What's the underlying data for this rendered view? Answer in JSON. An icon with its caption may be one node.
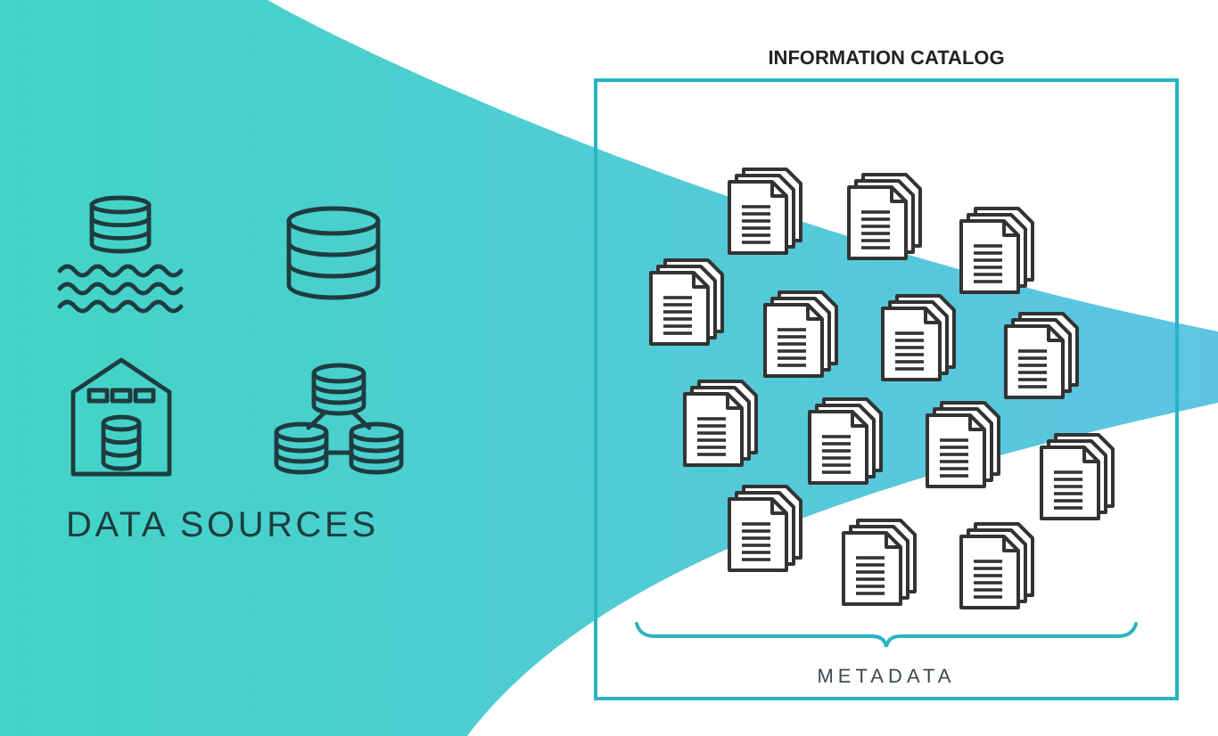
{
  "diagram": {
    "nodes": [
      {
        "text": [
          "INFORMATION CATALOG",
          "METADATA"
        ]
      }
    ],
    "labels": [
      "DATA SOURCES"
    ]
  }
}
